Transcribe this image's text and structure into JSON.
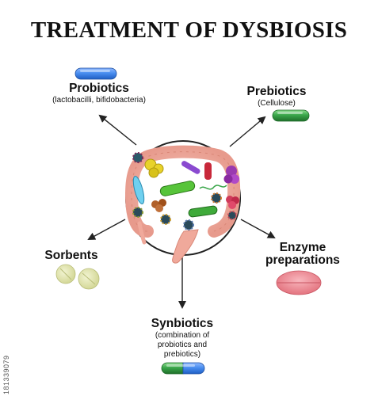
{
  "title": "TREATMENT OF DYSBIOSIS",
  "branches": {
    "probiotics": {
      "name": "Probiotics",
      "detail": "(lactobacilli, bifidobacteria)"
    },
    "prebiotics": {
      "name": "Prebiotics",
      "detail": "(Cellulose)"
    },
    "sorbents": {
      "name": "Sorbents"
    },
    "enzyme": {
      "name": "Enzyme preparations"
    },
    "synbiotics": {
      "name": "Synbiotics",
      "detail": "(combination of probiotics and prebiotics)"
    }
  },
  "colors": {
    "probiotics_capsule": "#4a8ef0",
    "prebiotics_capsule": "#3aa64a",
    "sorbent_tablet": "#dfe4a8",
    "enzyme_tablet": "#ef8a95",
    "synbiotics_capsule_left": "#3aa64a",
    "synbiotics_capsule_right": "#4a8ef0",
    "intestine": "#f2b3a6",
    "arrow": "#222222"
  },
  "watermark": "181339079"
}
